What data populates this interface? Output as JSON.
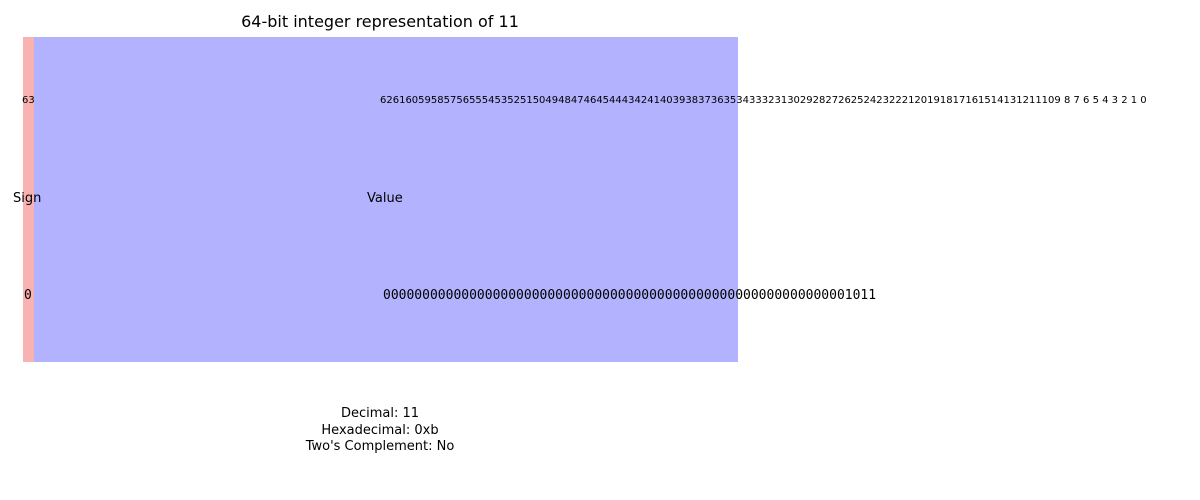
{
  "title": "64-bit integer representation of 11",
  "colors": {
    "sign": "#f9b2b2",
    "value": "#b2b2ff"
  },
  "sign": {
    "label": "Sign",
    "index": "63",
    "bit": "0"
  },
  "value": {
    "label": "Value",
    "indices": "62616059585756555453525150494847464544434241403938373635343332313029282726252423222120191817161514131211109 8 7 6 5 4 3 2 1 0",
    "bits": "000000000000000000000000000000000000000000000000000000000001011"
  },
  "info": {
    "decimal": "Decimal: 11",
    "hex": "Hexadecimal: 0xb",
    "twos": "Two's Complement: No"
  }
}
